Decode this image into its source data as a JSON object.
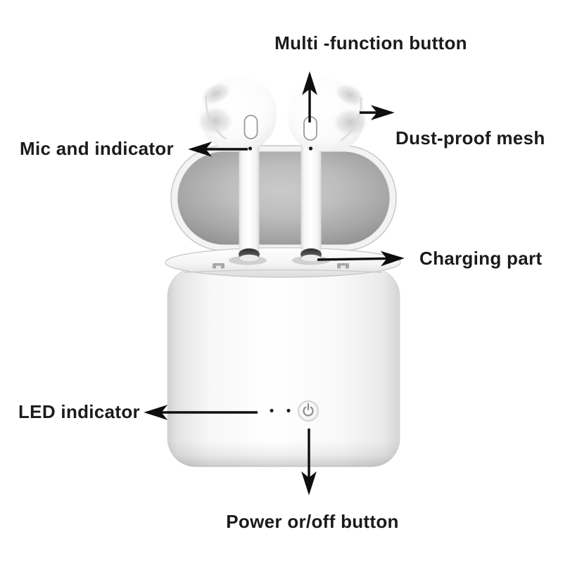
{
  "diagram": {
    "background_color": "#ffffff",
    "text_color": "#1b1b1b",
    "arrow_color": "#0e0e0e",
    "lid_gray_dark": "#8f8f8f",
    "lid_gray_light": "#c9c9c9",
    "labels": {
      "multi_function": "Multi -function button",
      "mic_indicator": "Mic and indicator",
      "dust_proof": "Dust-proof mesh",
      "charging": "Charging part",
      "led": "LED indicator",
      "power": "Power or/off button"
    }
  }
}
